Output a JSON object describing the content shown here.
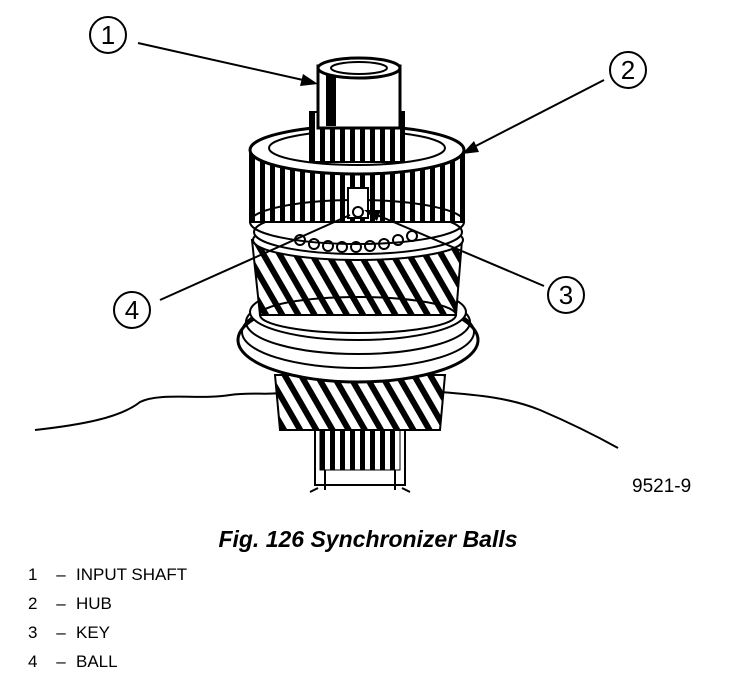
{
  "figure": {
    "drawing_id": "9521-9",
    "callouts": [
      {
        "number": "1"
      },
      {
        "number": "2"
      },
      {
        "number": "3"
      },
      {
        "number": "4"
      }
    ]
  },
  "caption": "Fig. 126 Synchronizer Balls",
  "legend": [
    {
      "number": "1",
      "separator": "–",
      "label": "INPUT SHAFT"
    },
    {
      "number": "2",
      "separator": "–",
      "label": "HUB"
    },
    {
      "number": "3",
      "separator": "–",
      "label": "KEY"
    },
    {
      "number": "4",
      "separator": "–",
      "label": "BALL"
    }
  ]
}
